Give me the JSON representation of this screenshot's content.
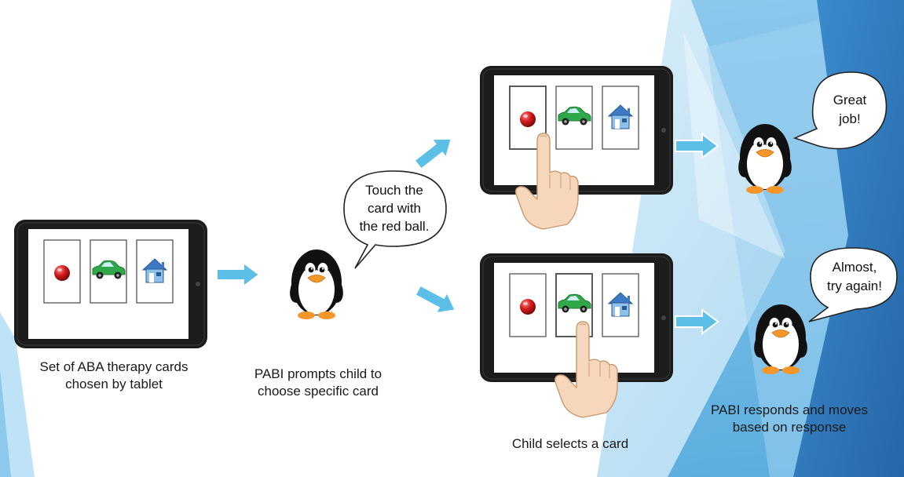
{
  "captions": {
    "tablet_cards": "Set of ABA therapy cards chosen by tablet",
    "pabi_prompts": "PABI prompts child to choose specific card",
    "child_selects": "Child selects a card",
    "pabi_responds": "PABI responds and moves based on response"
  },
  "bubbles": {
    "prompt": [
      "Touch the",
      "card with",
      "the red ball."
    ],
    "praise": [
      "Great",
      "job!"
    ],
    "retry": [
      "Almost,",
      "try again!"
    ]
  },
  "cards": [
    {
      "name": "red-ball",
      "icon": "red-ball-icon"
    },
    {
      "name": "green-car",
      "icon": "green-car-icon"
    },
    {
      "name": "blue-house",
      "icon": "house-icon"
    }
  ],
  "colors": {
    "arrow": "#5bbfe8",
    "ball": "#d41c1c",
    "car": "#2fa84a",
    "house": "#3d79c4",
    "tablet": "#1c1c1c",
    "beak": "#f5962a",
    "background_accent": "#2e7fc0"
  }
}
